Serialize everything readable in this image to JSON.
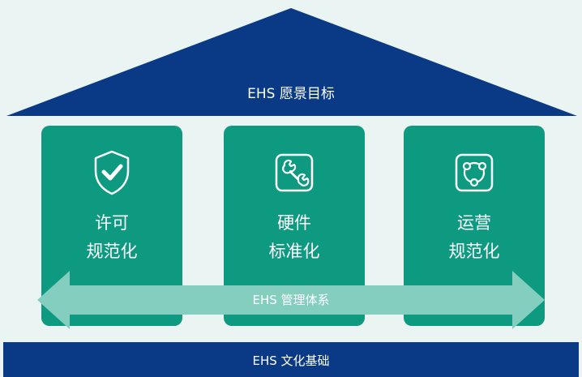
{
  "roof": {
    "label": "EHS 愿景目标"
  },
  "pillars": [
    {
      "line1": "许可",
      "line2": "规范化",
      "icon": "shield-check-icon"
    },
    {
      "line1": "硬件",
      "line2": "标准化",
      "icon": "wrench-icon"
    },
    {
      "line1": "运营",
      "line2": "规范化",
      "icon": "cycle-nodes-icon"
    }
  ],
  "arrow": {
    "label": "EHS 管理体系"
  },
  "base": {
    "label": "EHS 文化基础"
  },
  "colors": {
    "navy": "#0a3a85",
    "teal": "#0d9a80",
    "mint": "#84cebf",
    "background": "#eaf4f2"
  }
}
